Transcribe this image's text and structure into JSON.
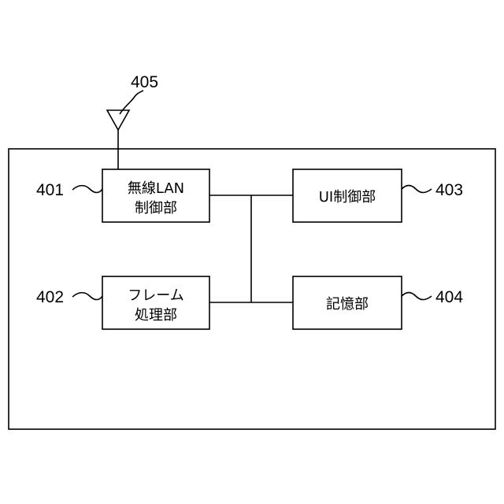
{
  "diagram": {
    "antenna_ref": "405",
    "blocks": [
      {
        "id": "wireless_lan",
        "ref": "401",
        "lines": [
          "無線LAN",
          "制御部"
        ]
      },
      {
        "id": "frame_processing",
        "ref": "402",
        "lines": [
          "フレーム",
          "処理部"
        ]
      },
      {
        "id": "ui_control",
        "ref": "403",
        "lines": [
          "UI制御部"
        ]
      },
      {
        "id": "storage",
        "ref": "404",
        "lines": [
          "記憶部"
        ]
      }
    ]
  }
}
